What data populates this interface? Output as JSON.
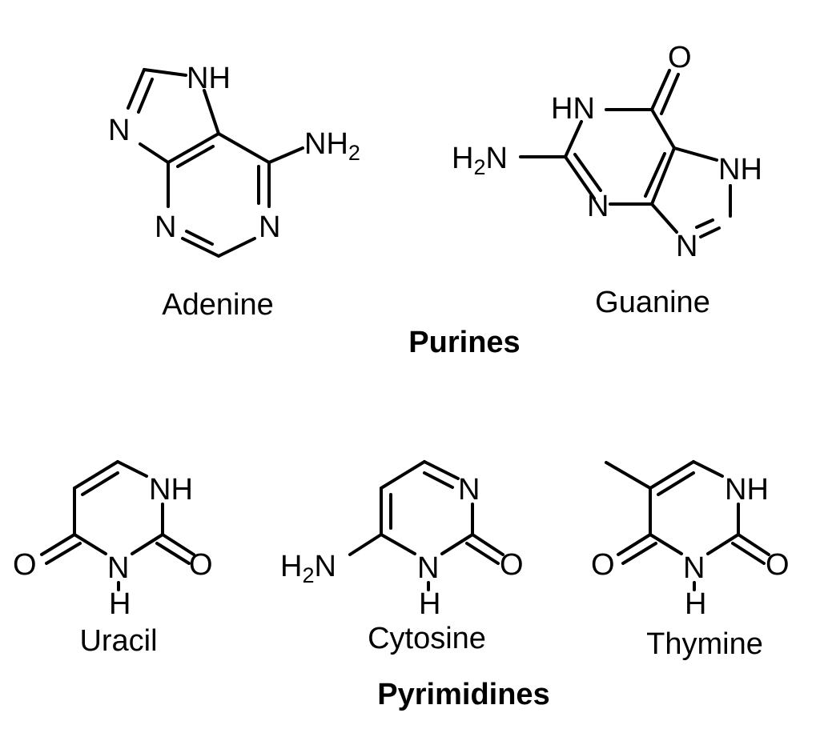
{
  "purines": {
    "heading": "Purines",
    "adenine": {
      "name": "Adenine",
      "atoms": {
        "n9_h": "NH",
        "n7": "N",
        "n1": "N",
        "n3": "N",
        "amine": "NH",
        "amine_sub": "2"
      }
    },
    "guanine": {
      "name": "Guanine",
      "atoms": {
        "oxo": "O",
        "n1_h": "HN",
        "n3": "N",
        "n9_h": "NH",
        "n7": "N",
        "amine_pre": "H",
        "amine_sub": "2",
        "amine_post": "N"
      }
    }
  },
  "pyrimidines": {
    "heading": "Pyrimidines",
    "uracil": {
      "name": "Uracil",
      "atoms": {
        "n1_h": "NH",
        "n3": "N",
        "n3_h": "H",
        "o2": "O",
        "o4": "O"
      }
    },
    "cytosine": {
      "name": "Cytosine",
      "atoms": {
        "n3": "N",
        "n1": "N",
        "n1_h": "H",
        "o2": "O",
        "amine_pre": "H",
        "amine_sub": "2",
        "amine_post": "N"
      }
    },
    "thymine": {
      "name": "Thymine",
      "atoms": {
        "n1_h": "NH",
        "n3": "N",
        "n3_h": "H",
        "o2": "O",
        "o4": "O"
      }
    }
  },
  "colors": {
    "ink": "#000000",
    "background": "#ffffff"
  }
}
